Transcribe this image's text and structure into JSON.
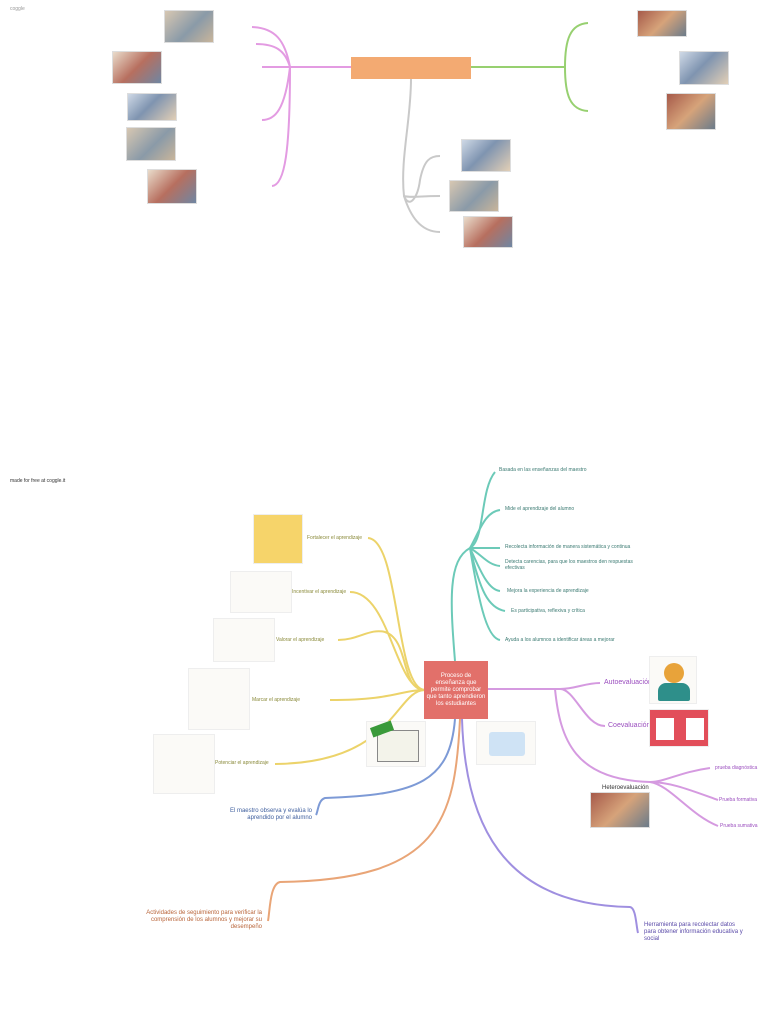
{
  "watermark": "coggle",
  "made_with": "made for free at coggle.it",
  "central": {
    "text": "Proceso de enseñanza que permite comprobar que tanto aprendieron los estudiantes"
  },
  "yellow_branch": [
    "Fortalecer el aprendizaje",
    "Incentivar el aprendizaje",
    "Valorar el aprendizaje",
    "Marcar el aprendizaje",
    "Potenciar el aprendizaje"
  ],
  "teal_branch": [
    "Basada en las enseñanzas del maestro",
    "Mide el aprendizaje del alumno",
    "Recolecta información de manera sistemática y continua",
    "Detecta carencias, para que los maestros den respuestas efectivas",
    "Mejora la experiencia de aprendizaje",
    "Es participativa, reflexiva y crítica",
    "Ayuda a los alumnos a identificar áreas a mejorar"
  ],
  "purple_branch": {
    "autoevaluacion": "Autoevaluación",
    "coevaluacion": "Coevaluación",
    "heteroevaluacion": "Heteroevaluación",
    "tests": [
      "prueba diagnóstica",
      "Prueba formativa",
      "Prueba sumativa"
    ]
  },
  "blue_label": "El maestro observa y evalúa lo aprendido por el alumno",
  "orange_label": "Actividades de seguimiento para verificar la comprensión de los alumnos y mejorar su desempeño",
  "violet_label": "Herramienta para recolectar datos para obtener información educativa y social",
  "colors": {
    "central": "#e2706a",
    "topbar": "#f3aa72",
    "yellow": "#ecd36a",
    "teal": "#6ccab8",
    "purple": "#d59ae0",
    "blue": "#7d9ad6",
    "orange": "#e9a577",
    "violet": "#9f8fe0",
    "pink": "#e39be2",
    "green": "#97d070",
    "grey": "#c9c9c9"
  }
}
